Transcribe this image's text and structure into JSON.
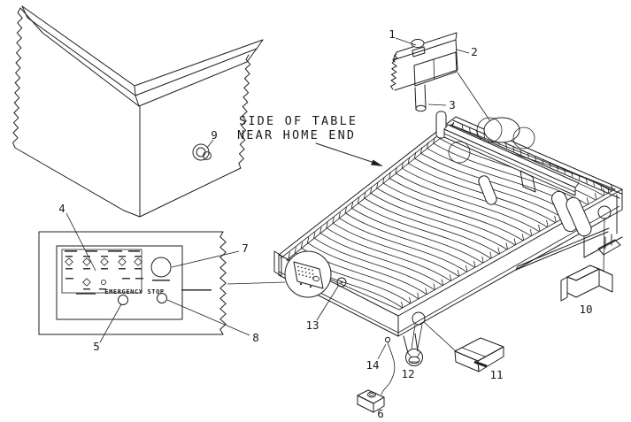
{
  "note": {
    "line1": "SIDE OF TABLE",
    "line2": "NEAR HOME END"
  },
  "control_panel": {
    "estop_label": "EMERGENCY STOP"
  },
  "callouts": {
    "c1": "1",
    "c2": "2",
    "c3": "3",
    "c4": "4",
    "c5": "5",
    "c6": "6",
    "c7": "7",
    "c8": "8",
    "c9": "9",
    "c10": "10",
    "c11": "11",
    "c12": "12",
    "c13": "13",
    "c14": "14"
  },
  "colors": {
    "line": "#1f1f1f",
    "background": "#ffffff"
  },
  "drawing": {
    "slat_count": 27,
    "slat_wave": 9
  }
}
